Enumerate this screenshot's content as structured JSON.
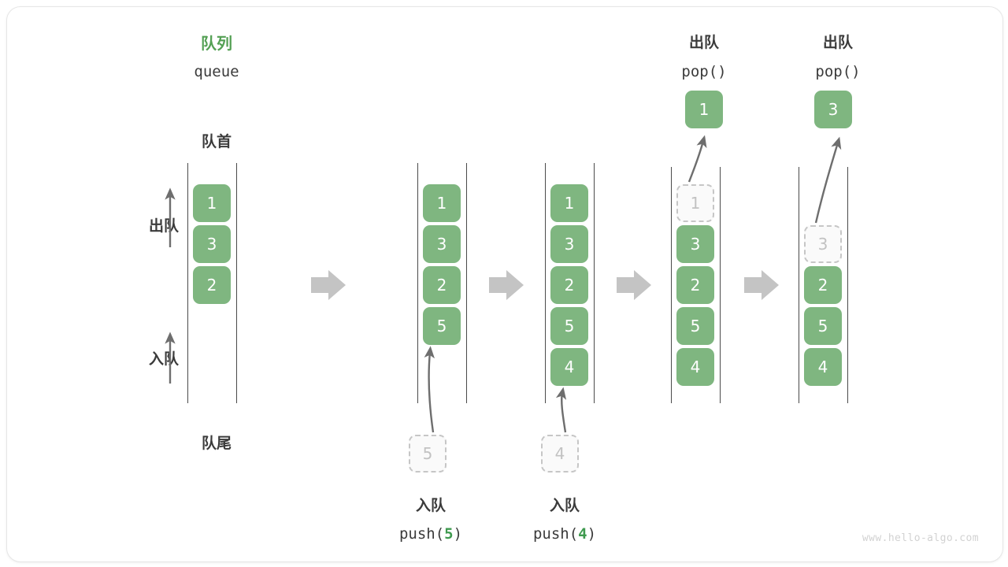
{
  "meta": {
    "watermark": "www.hello-algo.com",
    "accent_green": "#54a054",
    "cell_green": "#7fb680",
    "ghost_gray": "#c2c2c2",
    "arrow_gray": "#bfbfbf"
  },
  "titles": {
    "queue_cn": "队列",
    "queue_en": "queue",
    "front_cn": "队首",
    "rear_cn": "队尾",
    "dequeue_cn": "出队",
    "enqueue_cn": "入队"
  },
  "stages": [
    {
      "id": "stage-initial",
      "cells": [
        "1",
        "3",
        "2"
      ],
      "ghost_index": -1,
      "ghost_value": "",
      "caption_cn": "",
      "caption_code_pre": "",
      "caption_code_num": "",
      "caption_code_post": "",
      "floating_value": "",
      "pending_value": ""
    },
    {
      "id": "stage-push-5",
      "cells": [
        "1",
        "3",
        "2",
        "5"
      ],
      "ghost_index": -1,
      "ghost_value": "",
      "caption_cn": "入队",
      "caption_code_pre": "push(",
      "caption_code_num": "5",
      "caption_code_post": ")",
      "floating_value": "",
      "pending_value": "5"
    },
    {
      "id": "stage-push-4",
      "cells": [
        "1",
        "3",
        "2",
        "5",
        "4"
      ],
      "ghost_index": -1,
      "ghost_value": "",
      "caption_cn": "入队",
      "caption_code_pre": "push(",
      "caption_code_num": "4",
      "caption_code_post": ")",
      "floating_value": "",
      "pending_value": "4"
    },
    {
      "id": "stage-pop-1",
      "cells": [
        "1",
        "3",
        "2",
        "5",
        "4"
      ],
      "ghost_index": 0,
      "ghost_value": "1",
      "caption_cn": "出队",
      "caption_code_pre": "pop()",
      "caption_code_num": "",
      "caption_code_post": "",
      "floating_value": "1",
      "pending_value": ""
    },
    {
      "id": "stage-pop-3",
      "cells": [
        "3",
        "2",
        "5",
        "4"
      ],
      "ghost_index": 0,
      "ghost_value": "3",
      "caption_cn": "出队",
      "caption_code_pre": "pop()",
      "caption_code_num": "",
      "caption_code_post": "",
      "floating_value": "3",
      "pending_value": ""
    }
  ],
  "diagram_data": {
    "type": "diagram",
    "subject": "queue push/pop operations",
    "initial_queue": [
      "1",
      "3",
      "2"
    ],
    "operations": [
      "push(5)",
      "push(4)",
      "pop() -> 1",
      "pop() -> 3"
    ],
    "final_queue": [
      "2",
      "5",
      "4"
    ]
  }
}
